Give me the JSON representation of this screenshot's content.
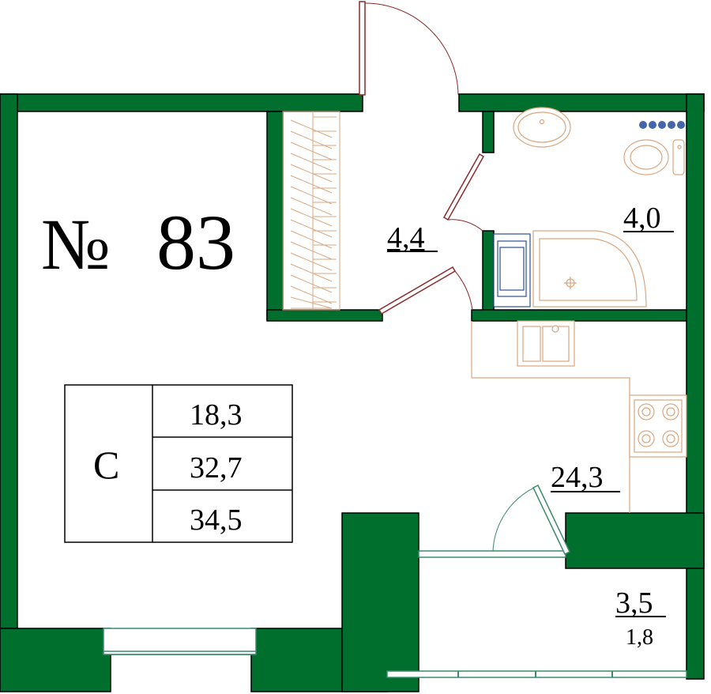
{
  "apartment": {
    "number_sign": "№",
    "number": "83"
  },
  "rooms": {
    "hall_area": "4,4",
    "bathroom_area": "4,0",
    "living_area": "24,3",
    "balcony_area": "3,5",
    "balcony_reduced_area": "1,8"
  },
  "summary": {
    "type_label": "С",
    "living_area": "18,3",
    "total_area": "32,7",
    "total_with_balcony": "34,5"
  },
  "colors": {
    "wall": "#006f2e",
    "wall_outline": "#000000",
    "fixture": "#d9a77f",
    "door": "#8b2a2a",
    "window": "#3c8a6a",
    "bath_blue": "#2d4f8e"
  }
}
